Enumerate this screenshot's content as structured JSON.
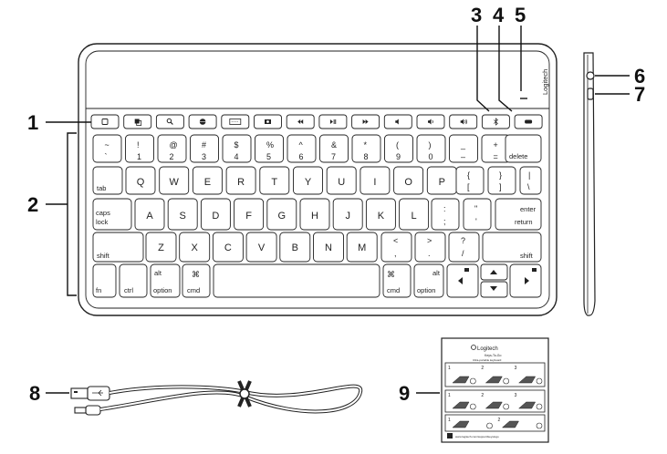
{
  "callouts": [
    "1",
    "2",
    "3",
    "4",
    "5",
    "6",
    "7",
    "8",
    "9"
  ],
  "keyboard": {
    "brand": "Logitech",
    "rows": {
      "number": [
        {
          "top": "~",
          "bot": "`"
        },
        {
          "top": "!",
          "bot": "1"
        },
        {
          "top": "@",
          "bot": "2"
        },
        {
          "top": "#",
          "bot": "3"
        },
        {
          "top": "$",
          "bot": "4"
        },
        {
          "top": "%",
          "bot": "5"
        },
        {
          "top": "^",
          "bot": "6"
        },
        {
          "top": "&",
          "bot": "7"
        },
        {
          "top": "*",
          "bot": "8"
        },
        {
          "top": "(",
          "bot": "9"
        },
        {
          "top": ")",
          "bot": "0"
        },
        {
          "top": "_",
          "bot": "–"
        },
        {
          "top": "+",
          "bot": "="
        }
      ],
      "delete": "delete",
      "tab": "tab",
      "qwerty": [
        "Q",
        "W",
        "E",
        "R",
        "T",
        "Y",
        "U",
        "I",
        "O",
        "P"
      ],
      "bracket_l": {
        "top": "{",
        "bot": "["
      },
      "bracket_r": {
        "top": "}",
        "bot": "]"
      },
      "pipe": {
        "top": "|",
        "bot": "\\"
      },
      "caps": [
        "caps",
        "lock"
      ],
      "asdf": [
        "A",
        "S",
        "D",
        "F",
        "G",
        "H",
        "J",
        "K",
        "L"
      ],
      "semicolon": {
        "top": ":",
        "bot": ";"
      },
      "quote": {
        "top": "\"",
        "bot": "'"
      },
      "return": [
        "enter",
        "return"
      ],
      "shift": "shift",
      "zxcv": [
        "Z",
        "X",
        "C",
        "V",
        "B",
        "N",
        "M"
      ],
      "comma": {
        "top": "<",
        "bot": ","
      },
      "period": {
        "top": ">",
        "bot": "."
      },
      "slash": {
        "top": "?",
        "bot": "/"
      },
      "fn": "fn",
      "ctrl": "ctrl",
      "option": "option",
      "alt": "alt",
      "cmd": "cmd",
      "cmd_symbol": "⌘"
    }
  },
  "leaflet": {
    "brand": "Logitech",
    "title": "Keys-To-Go",
    "subtitle": "Ultra-portable keyboard",
    "steps": [
      "1",
      "2",
      "3",
      "1",
      "2",
      "3",
      "1",
      "2"
    ],
    "url": "www.logitech.com/support/keystogo"
  }
}
